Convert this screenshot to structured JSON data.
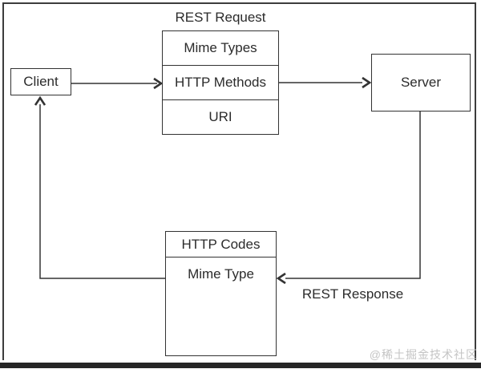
{
  "diagram": {
    "request_flow_label": "REST Request",
    "response_flow_label": "REST Response",
    "client_label": "Client",
    "server_label": "Server",
    "request_box": {
      "rows": [
        "Mime Types",
        "HTTP Methods",
        "URI"
      ]
    },
    "response_box": {
      "header": "HTTP Codes",
      "body": "Mime Type"
    },
    "watermark": "@稀土掘金技术社区",
    "colors": {
      "line": "#333333",
      "text": "#2b2b2b",
      "frame": "#3c3c3c",
      "watermark": "#c4c4c4",
      "background": "#ffffff"
    }
  }
}
